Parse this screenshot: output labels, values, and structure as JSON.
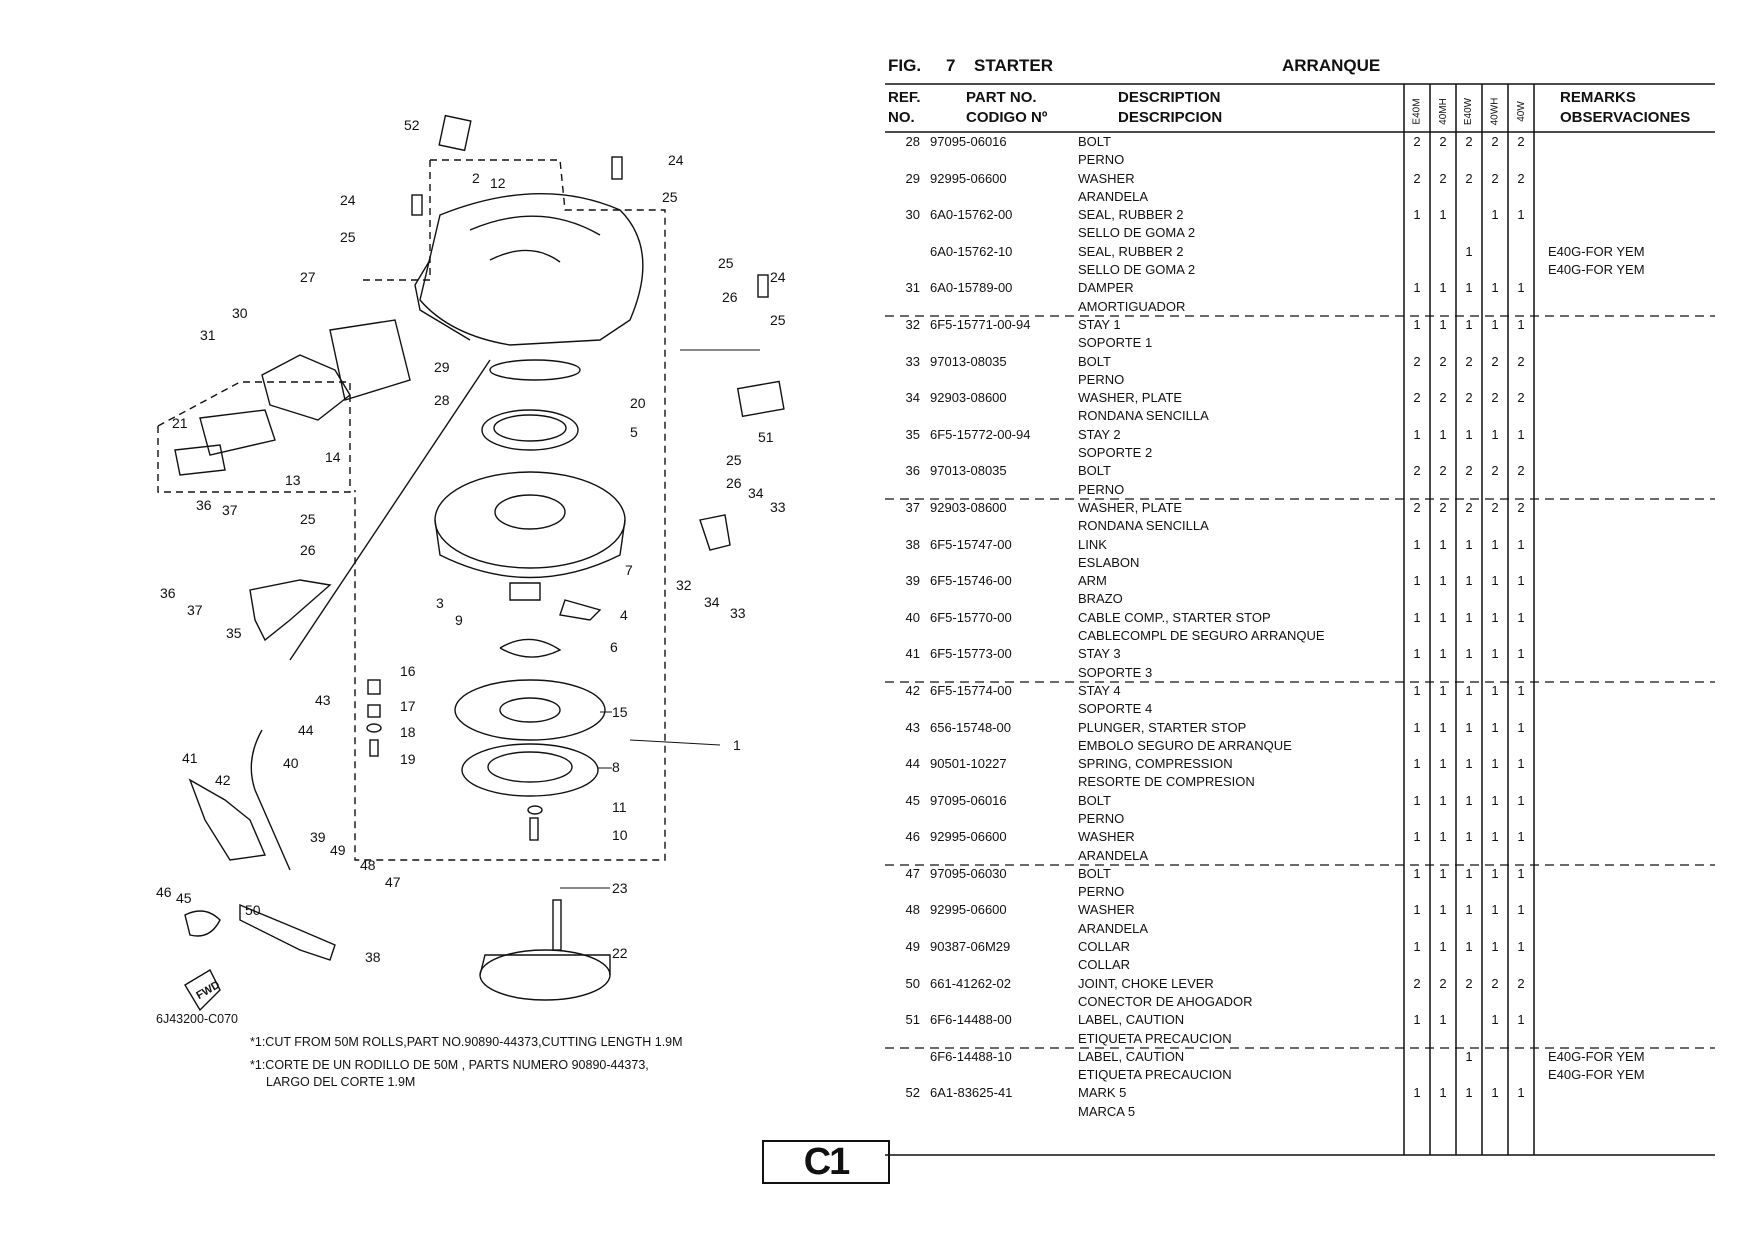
{
  "header": {
    "fig_label": "FIG.",
    "fig_number": "7",
    "title_en": "STARTER",
    "title_es": "ARRANQUE"
  },
  "columns": {
    "ref_en": "REF.",
    "ref_es": "NO.",
    "part_en": "PART NO.",
    "part_es": "CODIGO Nº",
    "desc_en": "DESCRIPTION",
    "desc_es": "DESCRIPCION",
    "models": [
      "E40M",
      "40MH",
      "E40W",
      "40WH",
      "40W"
    ],
    "remarks_en": "REMARKS",
    "remarks_es": "OBSERVACIONES"
  },
  "parts": [
    {
      "ref": "28",
      "part": "97095-06016",
      "en": "BOLT",
      "es": "PERNO",
      "qty": [
        "2",
        "2",
        "2",
        "2",
        "2"
      ],
      "rem": "",
      "rem2": ""
    },
    {
      "ref": "29",
      "part": "92995-06600",
      "en": "WASHER",
      "es": "ARANDELA",
      "qty": [
        "2",
        "2",
        "2",
        "2",
        "2"
      ],
      "rem": "",
      "rem2": ""
    },
    {
      "ref": "30",
      "part": "6A0-15762-00",
      "en": "SEAL, RUBBER 2",
      "es": "SELLO  DE GOMA 2",
      "qty": [
        "1",
        "1",
        "",
        "1",
        "1"
      ],
      "rem": "",
      "rem2": ""
    },
    {
      "ref": "",
      "part": "6A0-15762-10",
      "en": "SEAL, RUBBER 2",
      "es": "SELLO  DE GOMA 2",
      "qty": [
        "",
        "",
        "1",
        "",
        ""
      ],
      "rem": "E40G-FOR YEM",
      "rem2": "E40G-FOR YEM"
    },
    {
      "ref": "31",
      "part": "6A0-15789-00",
      "en": "DAMPER",
      "es": "AMORTIGUADOR",
      "qty": [
        "1",
        "1",
        "1",
        "1",
        "1"
      ],
      "rem": "",
      "rem2": ""
    },
    {
      "ref": "32",
      "part": "6F5-15771-00-94",
      "en": "STAY 1",
      "es": "SOPORTE 1",
      "qty": [
        "1",
        "1",
        "1",
        "1",
        "1"
      ],
      "rem": "",
      "rem2": ""
    },
    {
      "ref": "33",
      "part": "97013-08035",
      "en": "BOLT",
      "es": "PERNO",
      "qty": [
        "2",
        "2",
        "2",
        "2",
        "2"
      ],
      "rem": "",
      "rem2": ""
    },
    {
      "ref": "34",
      "part": "92903-08600",
      "en": "WASHER, PLATE",
      "es": "RONDANA  SENCILLA",
      "qty": [
        "2",
        "2",
        "2",
        "2",
        "2"
      ],
      "rem": "",
      "rem2": ""
    },
    {
      "ref": "35",
      "part": "6F5-15772-00-94",
      "en": "STAY 2",
      "es": "SOPORTE 2",
      "qty": [
        "1",
        "1",
        "1",
        "1",
        "1"
      ],
      "rem": "",
      "rem2": ""
    },
    {
      "ref": "36",
      "part": "97013-08035",
      "en": "BOLT",
      "es": "PERNO",
      "qty": [
        "2",
        "2",
        "2",
        "2",
        "2"
      ],
      "rem": "",
      "rem2": ""
    },
    {
      "ref": "37",
      "part": "92903-08600",
      "en": "WASHER, PLATE",
      "es": "RONDANA  SENCILLA",
      "qty": [
        "2",
        "2",
        "2",
        "2",
        "2"
      ],
      "rem": "",
      "rem2": ""
    },
    {
      "ref": "38",
      "part": "6F5-15747-00",
      "en": "LINK",
      "es": "ESLABON",
      "qty": [
        "1",
        "1",
        "1",
        "1",
        "1"
      ],
      "rem": "",
      "rem2": ""
    },
    {
      "ref": "39",
      "part": "6F5-15746-00",
      "en": "ARM",
      "es": "BRAZO",
      "qty": [
        "1",
        "1",
        "1",
        "1",
        "1"
      ],
      "rem": "",
      "rem2": ""
    },
    {
      "ref": "40",
      "part": "6F5-15770-00",
      "en": "CABLE COMP., STARTER STOP",
      "es": "CABLECOMPL DE SEGURO ARRANQUE",
      "qty": [
        "1",
        "1",
        "1",
        "1",
        "1"
      ],
      "rem": "",
      "rem2": ""
    },
    {
      "ref": "41",
      "part": "6F5-15773-00",
      "en": "STAY 3",
      "es": "SOPORTE 3",
      "qty": [
        "1",
        "1",
        "1",
        "1",
        "1"
      ],
      "rem": "",
      "rem2": ""
    },
    {
      "ref": "42",
      "part": "6F5-15774-00",
      "en": "STAY 4",
      "es": "SOPORTE 4",
      "qty": [
        "1",
        "1",
        "1",
        "1",
        "1"
      ],
      "rem": "",
      "rem2": ""
    },
    {
      "ref": "43",
      "part": "656-15748-00",
      "en": "PLUNGER, STARTER STOP",
      "es": "EMBOLO SEGURO DE ARRANQUE",
      "qty": [
        "1",
        "1",
        "1",
        "1",
        "1"
      ],
      "rem": "",
      "rem2": ""
    },
    {
      "ref": "44",
      "part": "90501-10227",
      "en": "SPRING, COMPRESSION",
      "es": "RESORTE  DE COMPRESION",
      "qty": [
        "1",
        "1",
        "1",
        "1",
        "1"
      ],
      "rem": "",
      "rem2": ""
    },
    {
      "ref": "45",
      "part": "97095-06016",
      "en": "BOLT",
      "es": "PERNO",
      "qty": [
        "1",
        "1",
        "1",
        "1",
        "1"
      ],
      "rem": "",
      "rem2": ""
    },
    {
      "ref": "46",
      "part": "92995-06600",
      "en": "WASHER",
      "es": "ARANDELA",
      "qty": [
        "1",
        "1",
        "1",
        "1",
        "1"
      ],
      "rem": "",
      "rem2": ""
    },
    {
      "ref": "47",
      "part": "97095-06030",
      "en": "BOLT",
      "es": "PERNO",
      "qty": [
        "1",
        "1",
        "1",
        "1",
        "1"
      ],
      "rem": "",
      "rem2": ""
    },
    {
      "ref": "48",
      "part": "92995-06600",
      "en": "WASHER",
      "es": "ARANDELA",
      "qty": [
        "1",
        "1",
        "1",
        "1",
        "1"
      ],
      "rem": "",
      "rem2": ""
    },
    {
      "ref": "49",
      "part": "90387-06M29",
      "en": "COLLAR",
      "es": "COLLAR",
      "qty": [
        "1",
        "1",
        "1",
        "1",
        "1"
      ],
      "rem": "",
      "rem2": ""
    },
    {
      "ref": "50",
      "part": "661-41262-02",
      "en": "JOINT, CHOKE LEVER",
      "es": "CONECTOR DE AHOGADOR",
      "qty": [
        "2",
        "2",
        "2",
        "2",
        "2"
      ],
      "rem": "",
      "rem2": ""
    },
    {
      "ref": "51",
      "part": "6F6-14488-00",
      "en": "LABEL, CAUTION",
      "es": "ETIQUETA  PRECAUCION",
      "qty": [
        "1",
        "1",
        "",
        "1",
        "1"
      ],
      "rem": "",
      "rem2": ""
    },
    {
      "ref": "",
      "part": "6F6-14488-10",
      "en": "LABEL, CAUTION",
      "es": "ETIQUETA  PRECAUCION",
      "qty": [
        "",
        "",
        "1",
        "",
        ""
      ],
      "rem": "E40G-FOR YEM",
      "rem2": "E40G-FOR YEM"
    },
    {
      "ref": "52",
      "part": "6A1-83625-41",
      "en": "MARK 5",
      "es": "MARCA 5",
      "qty": [
        "1",
        "1",
        "1",
        "1",
        "1"
      ],
      "rem": "",
      "rem2": ""
    }
  ],
  "diagram": {
    "figure_code": "6J43200-C070",
    "note_en": "*1:CUT FROM 50M ROLLS,PART NO.90890-44373,CUTTING LENGTH 1.9M",
    "note_es_1": "*1:CORTE DE UN RODILLO DE 50M , PARTS NUMERO 90890-44373,",
    "note_es_2": "LARGO DEL CORTE 1.9M",
    "fwd_label": "FWD",
    "callouts": [
      "52",
      "24",
      "24",
      "2",
      "12",
      "25",
      "25",
      "25",
      "27",
      "24",
      "26",
      "25",
      "30",
      "31",
      "29",
      "28",
      "20",
      "5",
      "51",
      "21",
      "14",
      "13",
      "25",
      "26",
      "34",
      "33",
      "36",
      "37",
      "25",
      "26",
      "32",
      "34",
      "33",
      "36",
      "37",
      "7",
      "3",
      "4",
      "9",
      "35",
      "6",
      "16",
      "43",
      "17",
      "44",
      "18",
      "15",
      "40",
      "19",
      "1",
      "8",
      "41",
      "42",
      "11",
      "10",
      "39",
      "49",
      "48",
      "47",
      "46",
      "45",
      "23",
      "50",
      "38",
      "22"
    ]
  },
  "page_label": "C1"
}
